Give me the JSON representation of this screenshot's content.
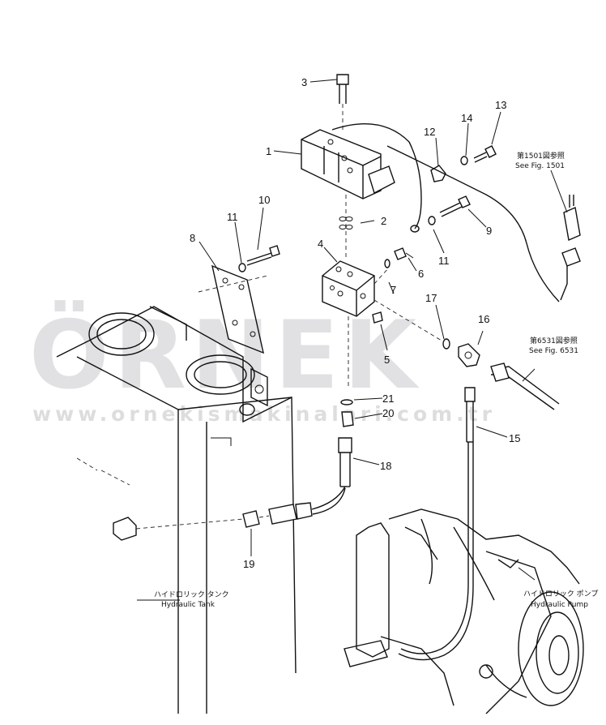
{
  "callouts": [
    "1",
    "2",
    "3",
    "4",
    "5",
    "6",
    "7",
    "8",
    "9",
    "10",
    "11",
    "11",
    "12",
    "13",
    "14",
    "15",
    "16",
    "17",
    "18",
    "19",
    "20",
    "21"
  ],
  "references": {
    "fig1501_jp": "第1501図参照",
    "fig1501_en": "See Fig. 1501",
    "fig6531_jp": "第6531図参照",
    "fig6531_en": "See Fig. 6531"
  },
  "labels": {
    "tank_jp": "ハイドロリック タンク",
    "tank_en": "Hydraulic Tank",
    "pump_jp": "ハイドロリック ポンプ",
    "pump_en": "Hydraulic Pump"
  },
  "watermark": {
    "brand": "ÖRNEK",
    "url": "www.ornekismakinalari.com.tr",
    "accent_color": "#f2c200",
    "text_color": "#c9c9cc"
  }
}
